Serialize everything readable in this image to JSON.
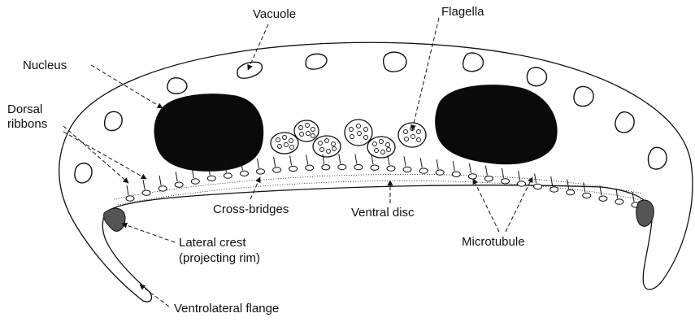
{
  "labels": {
    "vacuole": "Vacuole",
    "flagella": "Flagella",
    "nucleus": "Nucleus",
    "dorsal_ribbons_line1": "Dorsal",
    "dorsal_ribbons_line2": "ribbons",
    "cross_bridges": "Cross-bridges",
    "ventral_disc": "Ventral disc",
    "microtubule": "Microtubule",
    "lateral_crest_line1": "Lateral crest",
    "lateral_crest_line2": "(projecting rim)",
    "ventrolateral_flange": "Ventrolateral flange"
  },
  "colors": {
    "ink": "#111111",
    "nucleus_fill": "#0a0a0a",
    "background": "#ffffff"
  }
}
